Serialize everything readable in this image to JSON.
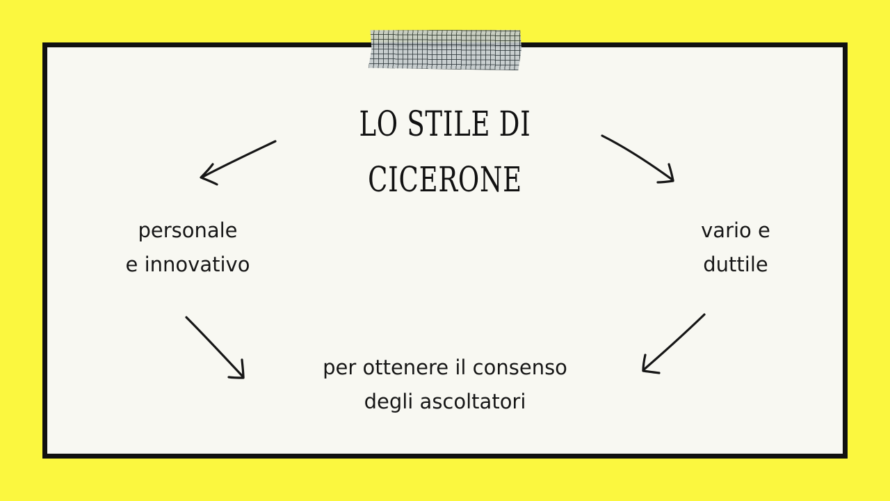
{
  "colors": {
    "background": "#fbf73f",
    "board": "#f8f8f2",
    "border": "#111111",
    "text": "#161616"
  },
  "title": "LO STILE DI CICERONE",
  "nodes": {
    "left": {
      "line1": "personale",
      "line2": "e innovativo"
    },
    "right": {
      "line1": "vario e",
      "line2": "duttile"
    },
    "bottom": {
      "line1": "per ottenere il consenso",
      "line2": "degli ascoltatori"
    }
  },
  "edges": [
    {
      "from": "title",
      "to": "left"
    },
    {
      "from": "title",
      "to": "right"
    },
    {
      "from": "left",
      "to": "bottom"
    },
    {
      "from": "right",
      "to": "bottom"
    }
  ]
}
